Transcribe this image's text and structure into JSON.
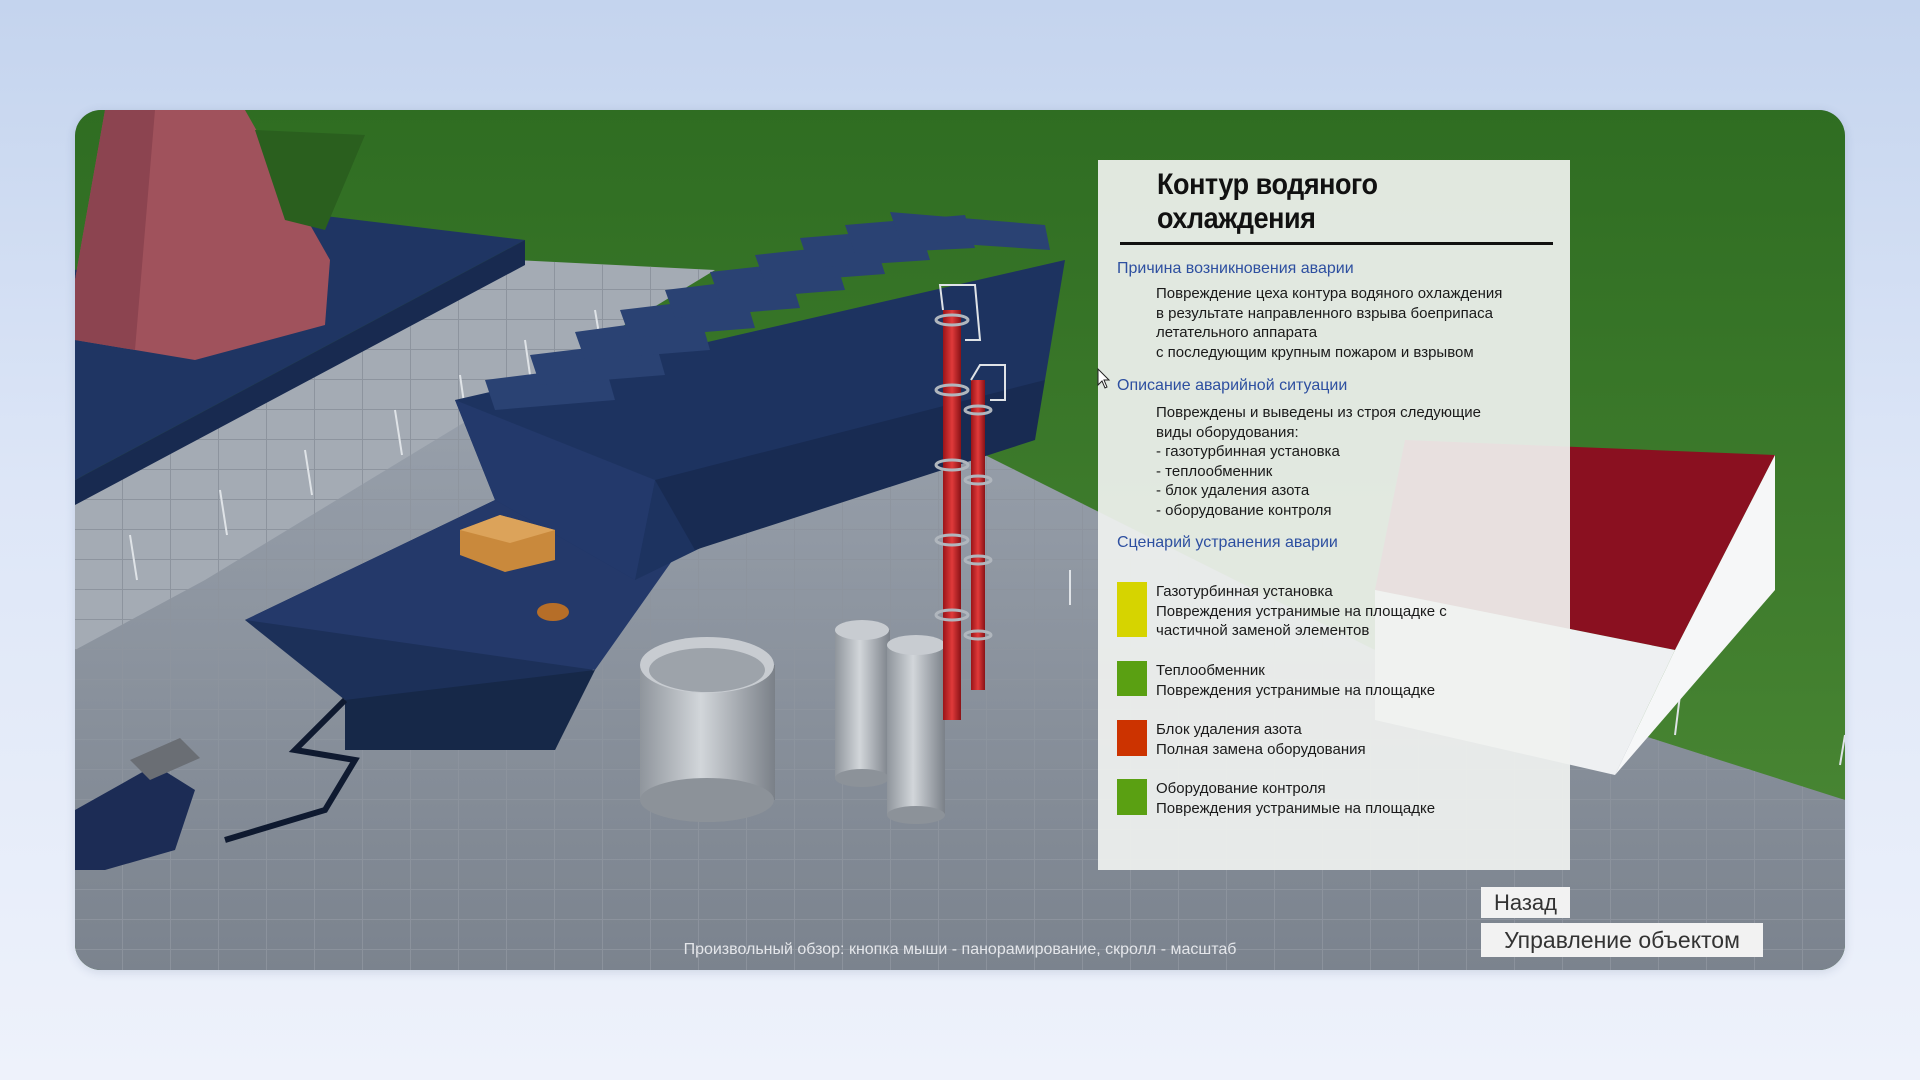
{
  "panel": {
    "title": "Контур водяного охлаждения",
    "sections": {
      "cause": {
        "heading": "Причина возникновения аварии",
        "text": "Повреждение цеха контура водяного охлаждения\nв результате направленного взрыва боеприпаса\nлетательного аппарата\nс последующим крупным пожаром и взрывом"
      },
      "description": {
        "heading": "Описание аварийной ситуации",
        "text": "Повреждены и выведены из строя следующие\nвиды оборудования:\n- газотурбинная установка\n- теплообменник\n- блок удаления азота\n- оборудование контроля"
      },
      "scenario": {
        "heading": "Сценарий устранения аварии"
      }
    },
    "legend": [
      {
        "name": "Газотурбинная установка",
        "desc": "Повреждения устранимые на площадке с частичной заменой элементов",
        "color": "#d6d400"
      },
      {
        "name": "Теплообменник",
        "desc": "Повреждения устранимые на площадке",
        "color": "#5aa012"
      },
      {
        "name": "Блок удаления азота",
        "desc": "Полная замена оборудования",
        "color": "#cc3300"
      },
      {
        "name": "Оборудование контроля",
        "desc": "Повреждения устранимые на площадке",
        "color": "#5aa012"
      }
    ]
  },
  "buttons": {
    "back": "Назад",
    "manage": "Управление объектом"
  },
  "hint": "Произвольный обзор: кнопка мыши - панорамирование, скролл - масштаб",
  "icons": {
    "cursor": "mouse-pointer-icon"
  }
}
